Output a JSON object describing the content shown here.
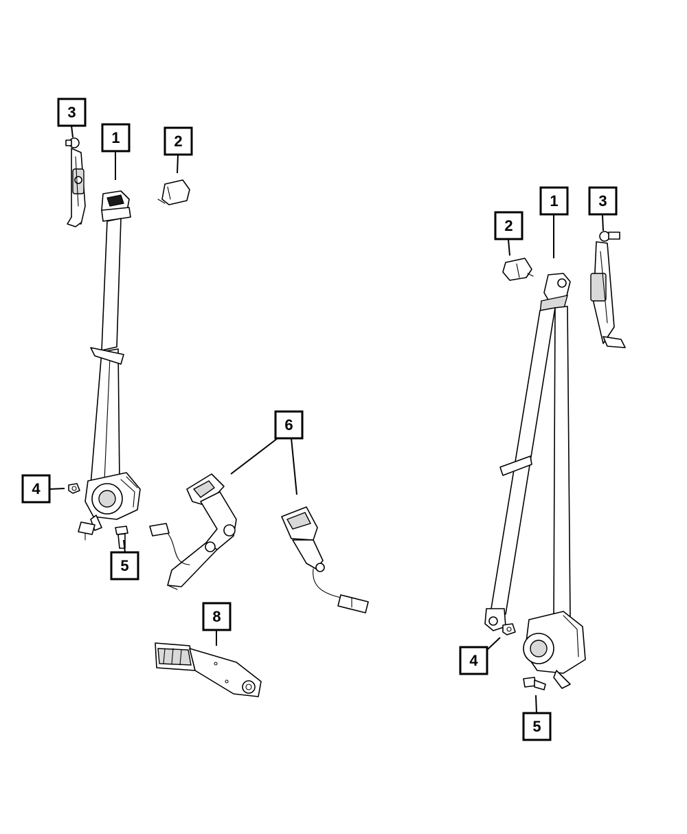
{
  "diagram": {
    "callouts": {
      "left_1": "1",
      "left_2": "2",
      "left_3": "3",
      "left_4": "4",
      "left_5": "5",
      "center_6": "6",
      "center_8": "8",
      "right_1": "1",
      "right_2": "2",
      "right_3": "3",
      "right_4": "4",
      "right_5": "5"
    }
  }
}
